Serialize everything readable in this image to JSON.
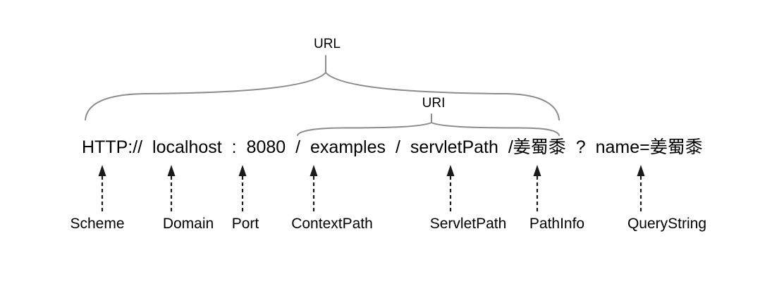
{
  "diagram": {
    "url_brace_label": "URL",
    "uri_brace_label": "URI",
    "url_text": "HTTP:// localhost : 8080 / examples / servletPath /姜蜀黍 ? name=姜蜀黍",
    "segments": [
      {
        "label": "Scheme"
      },
      {
        "label": "Domain"
      },
      {
        "label": "Port"
      },
      {
        "label": "ContextPath"
      },
      {
        "label": "ServletPath"
      },
      {
        "label": "PathInfo"
      },
      {
        "label": "QueryString"
      }
    ],
    "colors": {
      "background": "#ffffff",
      "text": "#000000",
      "brace": "#8c8c8c",
      "arrow": "#1a1a1a"
    }
  }
}
